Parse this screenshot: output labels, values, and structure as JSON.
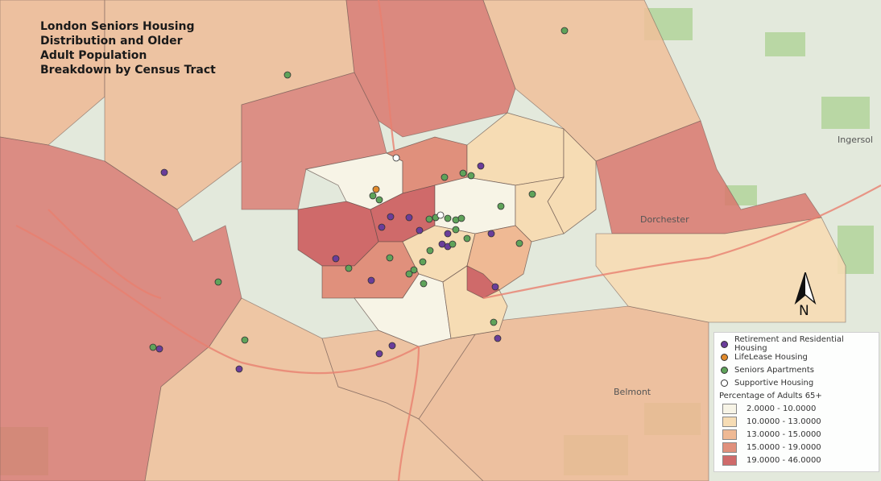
{
  "title": "London Seniors Housing Distribution and Older Adult Population Breakdown by Census Tract",
  "places": {
    "ingersoll": "Ingersol",
    "dorchester": "Dorchester",
    "belmont": "Belmont"
  },
  "north_label": "N",
  "legend": {
    "points": [
      {
        "label": "Retirement and Residential Housing",
        "color": "#6a3d9a"
      },
      {
        "label": "LifeLease Housing",
        "color": "#e08a2c"
      },
      {
        "label": "Seniors Apartments",
        "color": "#5fa35a"
      },
      {
        "label": "Supportive Housing",
        "color": "#ffffff"
      }
    ],
    "heading": "Percentage of Adults 65+",
    "classes": [
      {
        "label": "2.0000 - 10.0000",
        "color": "#f7f4e6"
      },
      {
        "label": "10.0000 - 13.0000",
        "color": "#f6dcb4"
      },
      {
        "label": "13.0000 - 15.0000",
        "color": "#efb994"
      },
      {
        "label": "15.0000 - 19.0000",
        "color": "#e0907c"
      },
      {
        "label": "19.0000 - 46.0000",
        "color": "#cf6a6a"
      }
    ]
  }
}
